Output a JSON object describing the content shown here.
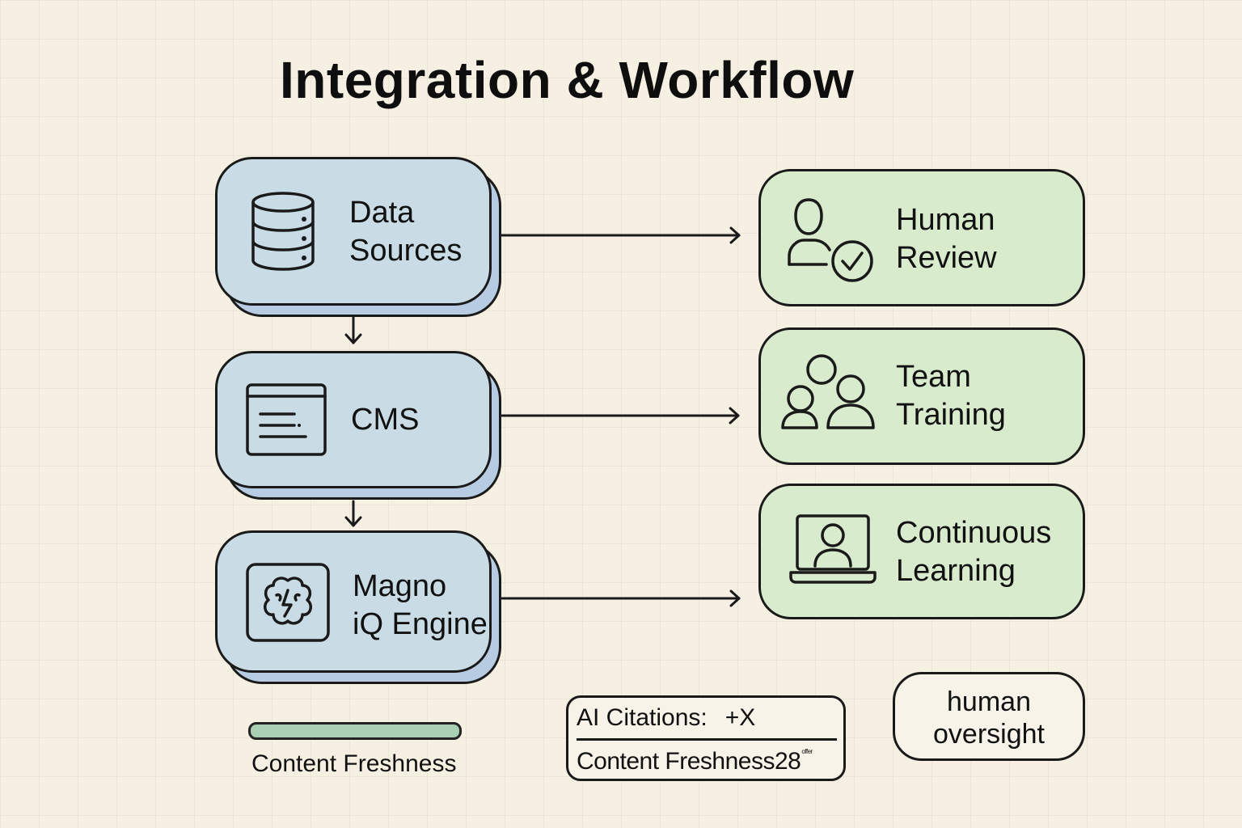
{
  "title": "Integration & Workflow",
  "colors": {
    "background": "#f6f0e3",
    "left_node_fill": "#c9dce5",
    "left_node_shadow": "#b7cce2",
    "right_node_fill": "#d8ebcd",
    "freshness_bar": "#a9cfb3",
    "stroke": "#1a1a1a"
  },
  "pipeline": [
    {
      "label": "Data\nSources",
      "icon": "database-icon"
    },
    {
      "label": "CMS",
      "icon": "document-window-icon"
    },
    {
      "label": "Magno\niQ Engine",
      "icon": "brain-chip-icon"
    }
  ],
  "outcomes": [
    {
      "label": "Human\nReview",
      "icon": "user-check-icon"
    },
    {
      "label": "Team\nTraining",
      "icon": "team-icon"
    },
    {
      "label": "Continuous\nLearning",
      "icon": "laptop-user-icon"
    }
  ],
  "freshness": {
    "label": "Content Freshness",
    "level": 1.0
  },
  "metrics": {
    "citations_label": "AI Citations:",
    "citations_value": "+X",
    "freshness_label": "Content Freshness",
    "freshness_value": "28",
    "freshness_suffix": "offer"
  },
  "oversight": "human\noversight"
}
